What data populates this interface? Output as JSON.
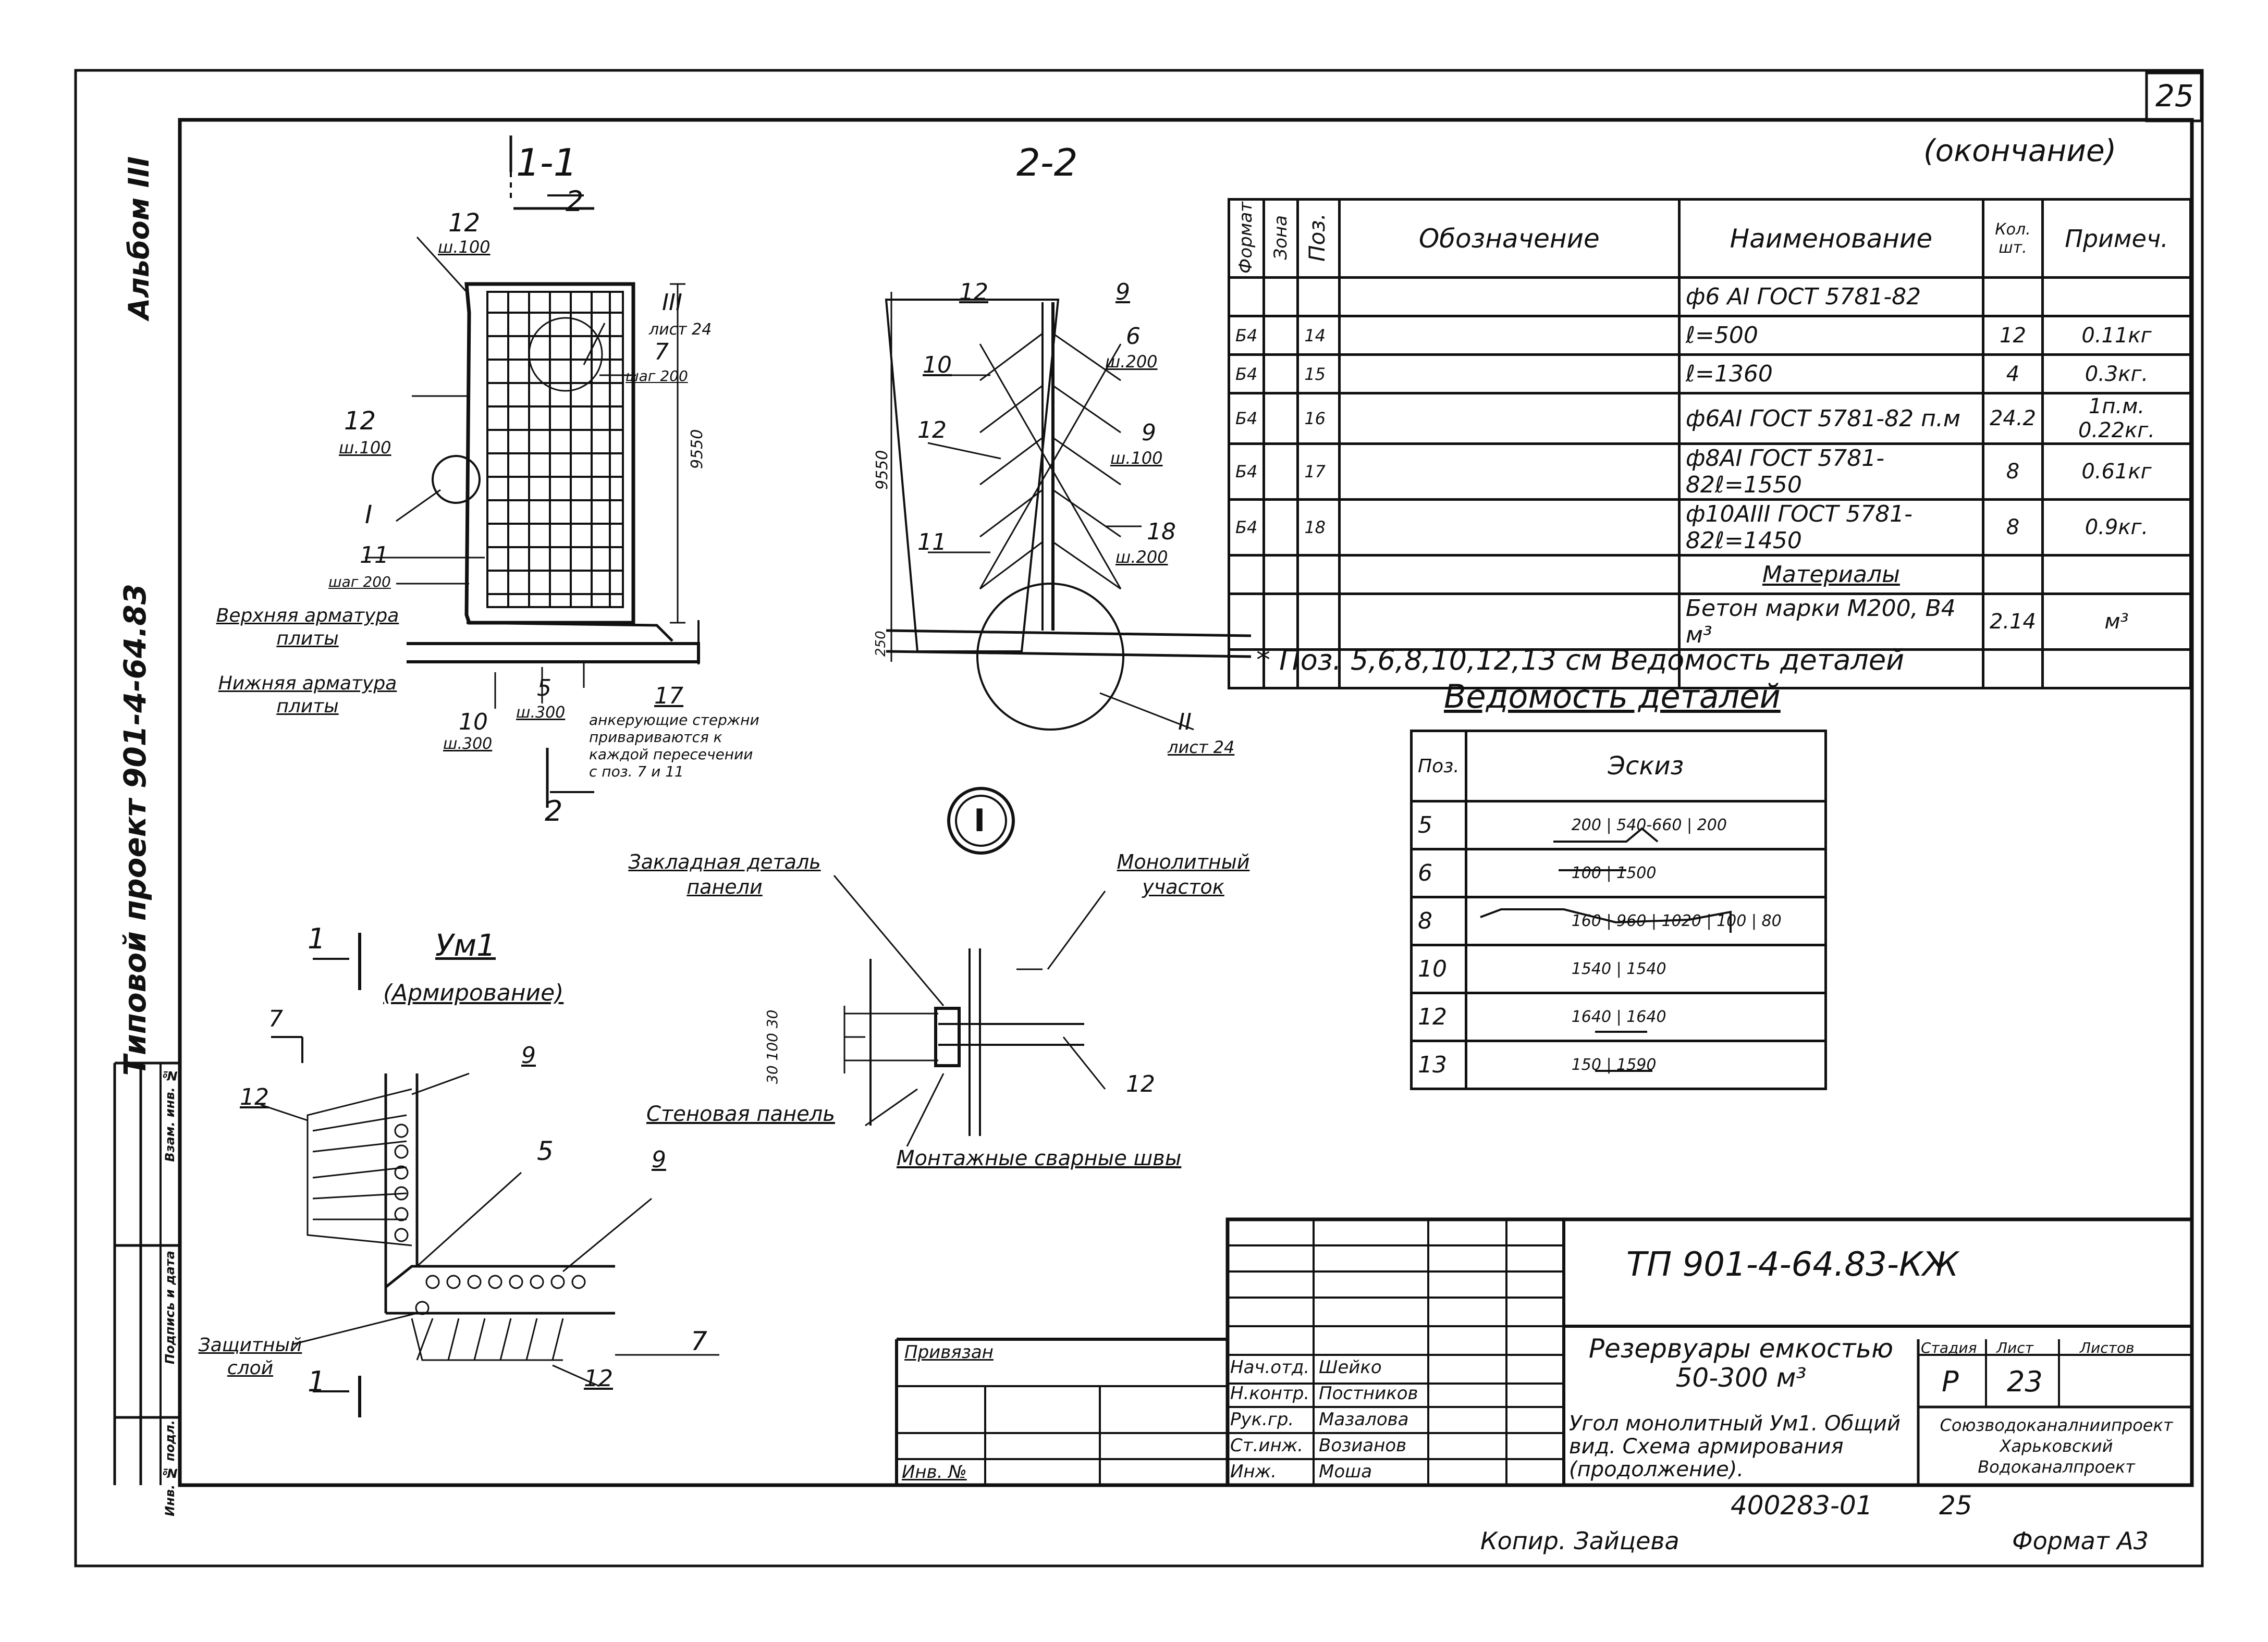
{
  "page_number": "25",
  "ending_note": "(окончание)",
  "side_labels": {
    "album": "Альбом III",
    "project": "Типовой проект 901-4-64.83",
    "stamp_cells": [
      "Инв. № подл.",
      "Подпись и дата",
      "Взам. инв. №"
    ]
  },
  "section_1": {
    "title": "1-1",
    "cut_mark": "2",
    "labels": {
      "top_bar": "12",
      "top_step": "ш.100",
      "pos3": "III",
      "pos3_sheet": "лист 24",
      "pos7": "7",
      "pos7_step": "шаг 200",
      "left_bar": "12",
      "left_step": "ш.100",
      "node": "I",
      "pos11": "11",
      "pos11_step": "шаг 200",
      "height": "9550",
      "upper": "Верхняя арматура плиты",
      "lower": "Нижняя арматура плиты",
      "pos5": "5",
      "pos5_step": "ш.300",
      "pos10": "10",
      "pos10_step": "ш.300",
      "pos17": "17",
      "anchor_note": "анкерующие стержни привариваются к каждой пересечении с поз. 7 и 11"
    }
  },
  "section_2": {
    "title": "2-2",
    "labels": {
      "p12": "12",
      "p9": "9",
      "p6": "6",
      "p6_step": "ш.200",
      "p10": "10",
      "p12b": "12",
      "p9b": "9",
      "p9b_step": "ш.100",
      "p11": "11",
      "p18": "18",
      "p18_step": "ш.200",
      "h": "9550",
      "h2": "250",
      "node2": "II",
      "node2_sheet": "лист 24"
    }
  },
  "um1": {
    "cut_mark": "1",
    "title": "Ум1",
    "subtitle": "(Армирование)",
    "labels": {
      "p7": "7",
      "p12": "12",
      "p9": "9",
      "p5": "5",
      "p9b": "9",
      "p7b": "7",
      "p12b": "12",
      "cover": "Защитный слой"
    }
  },
  "node_I": {
    "mark": "I",
    "labels": {
      "embedded": "Закладная деталь панели",
      "monolith": "Монолитный участок",
      "dims": "30 100 30",
      "p12": "12",
      "wall": "Стеновая панель",
      "welds": "Монтажные сварные швы"
    }
  },
  "spec_table": {
    "headers": [
      "Формат",
      "Зона",
      "Поз.",
      "Обозначение",
      "Наименование",
      "Кол. шт.",
      "Примеч."
    ],
    "rows": [
      [
        "",
        "",
        "",
        "",
        "ф6 АI ГОСТ 5781-82",
        "",
        ""
      ],
      [
        "Б4",
        "",
        "14",
        "",
        "ℓ=500",
        "12",
        "0.11кг"
      ],
      [
        "Б4",
        "",
        "15",
        "",
        "ℓ=1360",
        "4",
        "0.3кг."
      ],
      [
        "Б4",
        "",
        "16",
        "",
        "ф6АI ГОСТ 5781-82   п.м",
        "24.2",
        "1п.м. 0.22кг."
      ],
      [
        "Б4",
        "",
        "17",
        "",
        "ф8АI ГОСТ 5781-82ℓ=1550",
        "8",
        "0.61кг"
      ],
      [
        "Б4",
        "",
        "18",
        "",
        "ф10АIII ГОСТ 5781-82ℓ=1450",
        "8",
        "0.9кг."
      ],
      [
        "",
        "",
        "",
        "",
        "Материалы",
        "",
        ""
      ],
      [
        "",
        "",
        "",
        "",
        "Бетон марки М200, В4 м³",
        "2.14",
        "м³"
      ],
      [
        "",
        "",
        "",
        "",
        "",
        "",
        ""
      ]
    ]
  },
  "details_note": "* Поз. 5,6,8,10,12,13 см Ведомость деталей",
  "details_table": {
    "title": "Ведомость деталей",
    "headers": [
      "Поз.",
      "Эскиз"
    ],
    "rows": [
      {
        "pos": "5",
        "sketch": "200 | 540-660 | 200"
      },
      {
        "pos": "6",
        "sketch": "100 | 1500"
      },
      {
        "pos": "8",
        "sketch": "160 | 960 | 1020 | 100 | 80"
      },
      {
        "pos": "10",
        "sketch": "1540 | 1540"
      },
      {
        "pos": "12",
        "sketch": "1640 | 1640"
      },
      {
        "pos": "13",
        "sketch": "150 | 1590"
      }
    ]
  },
  "title_block": {
    "code": "ТП 901-4-64.83-КЖ",
    "privyazan": "Привязан",
    "inv": "Инв. №",
    "staff": [
      {
        "role": "Нач.отд.",
        "name": "Шейко"
      },
      {
        "role": "Н.контр.",
        "name": "Постников"
      },
      {
        "role": "Рук.гр.",
        "name": "Мазалова"
      },
      {
        "role": "Ст.инж.",
        "name": "Возианов"
      },
      {
        "role": "Инж.",
        "name": "Моша"
      }
    ],
    "object": "Резервуары емкостью 50-300 м³",
    "stage_header": "Стадия",
    "sheet_header": "Лист",
    "sheets_header": "Листов",
    "stage": "Р",
    "sheet": "23",
    "drawing_title": "Угол монолитный Ум1. Общий вид. Схема армирования (продолжение).",
    "org": "Союзводоканалниипроект Харьковский Водоканалпроект",
    "archive_no": "400283-01",
    "archive_sheet": "25"
  },
  "footer": {
    "copied": "Копир. Зайцева",
    "format": "Формат А3"
  }
}
